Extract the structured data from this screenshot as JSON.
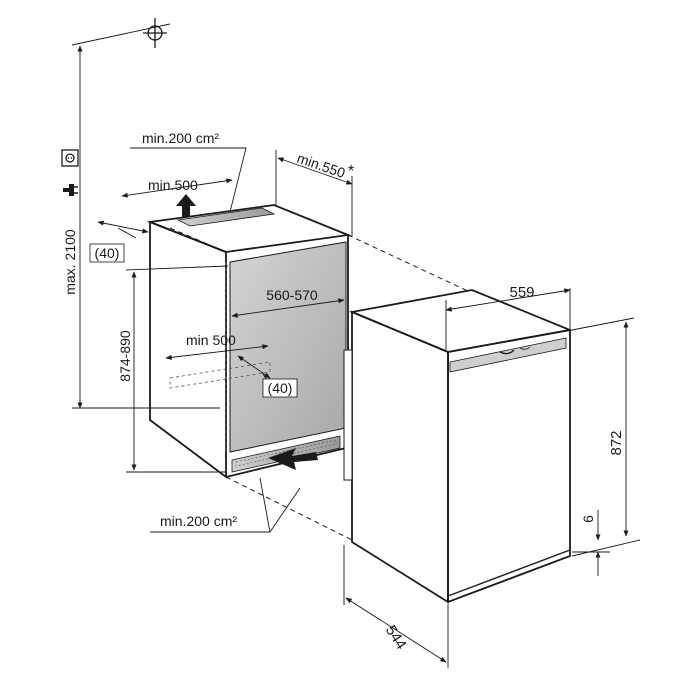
{
  "labels": {
    "max_height": "max. 2100",
    "vent_top_area": "min.200 cm²",
    "vent_top_depth": "min.500",
    "cabinet_depth_min": "min.550",
    "asterisk": "*",
    "offset_top": "(40)",
    "niche_height": "874-890",
    "niche_width": "560-570",
    "vent_bottom_depth": "min 500",
    "offset_bottom": "(40)",
    "vent_bottom_area": "min.200 cm²",
    "appliance_width": "559",
    "appliance_height": "872",
    "plinth_offset": "6",
    "appliance_depth": "544"
  },
  "icons": {
    "grounding": "circle-with-cross-icon",
    "socket": "power-socket-icon",
    "plug": "power-plug-icon",
    "airflow_up": "airflow-arrow-up-icon",
    "airflow_in": "airflow-arrow-in-icon"
  }
}
